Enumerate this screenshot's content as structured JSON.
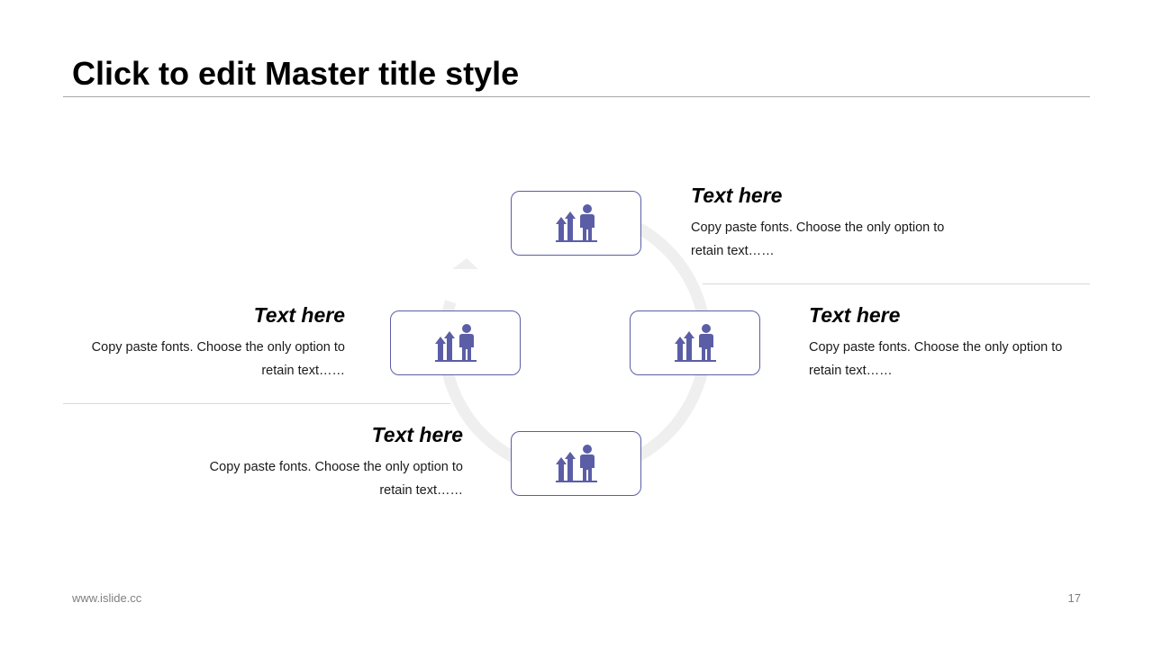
{
  "slide": {
    "title": "Click to edit Master title style",
    "footer_url": "www.islide.cc",
    "page_number": "17"
  },
  "colors": {
    "accent": "#5b5ea6",
    "cycle_ring": "#efefef",
    "rule": "#a6a6a6",
    "divider": "#d9d9d9"
  },
  "steps": [
    {
      "heading": "Text here",
      "body": "Copy paste fonts. Choose the only option to retain text……",
      "icon": "growth-chart-person-icon"
    },
    {
      "heading": "Text here",
      "body": "Copy paste fonts. Choose the only option to retain text……",
      "icon": "growth-chart-person-icon"
    },
    {
      "heading": "Text here",
      "body": "Copy paste fonts. Choose the only option to retain text……",
      "icon": "growth-chart-person-icon"
    },
    {
      "heading": "Text here",
      "body": "Copy paste fonts. Choose the only option to retain text……",
      "icon": "growth-chart-person-icon"
    }
  ]
}
